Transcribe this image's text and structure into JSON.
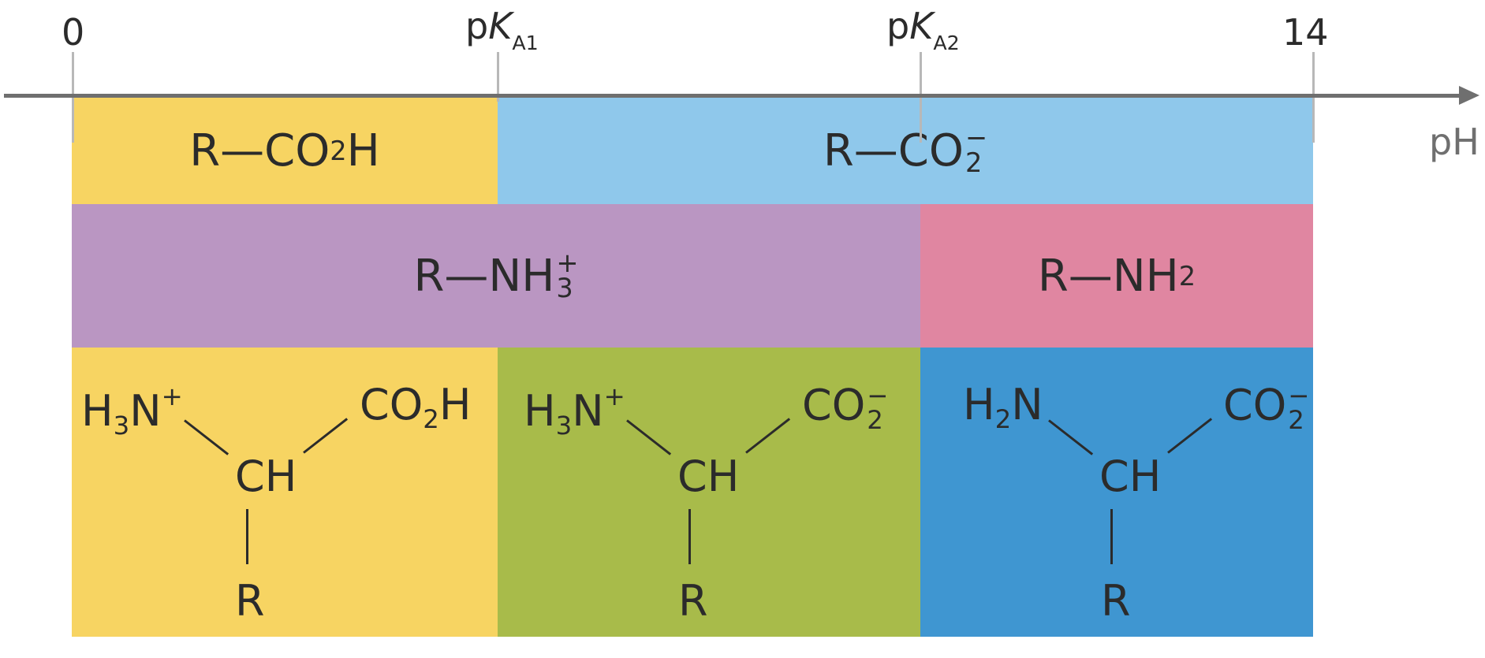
{
  "axis": {
    "label": "pH",
    "ticks": [
      {
        "id": "tick-0",
        "text": "0"
      },
      {
        "id": "tick-pka1",
        "prefix": "p",
        "italic": "K",
        "sub": "A1"
      },
      {
        "id": "tick-pka2",
        "prefix": "p",
        "italic": "K",
        "sub": "A2"
      },
      {
        "id": "tick-14",
        "text": "14"
      }
    ]
  },
  "colors": {
    "yellow": "#f7d462",
    "light_blue": "#8fc8eb",
    "purple": "#ba96c2",
    "pink": "#e086a1",
    "green": "#a8bb4a",
    "blue": "#3f96d1",
    "axis": "#6f6f6f"
  },
  "bands": {
    "carboxyl_acid": {
      "base": "R—CO",
      "sub": "2",
      "tail": "H"
    },
    "carboxylate": {
      "base": "R—CO",
      "sub": "2",
      "sup": "−"
    },
    "ammonium": {
      "base": "R—NH",
      "sub": "3",
      "sup": "+"
    },
    "amine": {
      "base": "R—NH",
      "sub": "2"
    }
  },
  "structures": {
    "cation": {
      "left_a": "H",
      "left_sub": "3",
      "left_b": "N",
      "left_sup": "+",
      "right_a": "CO",
      "right_sub": "2",
      "right_b": "H",
      "center": "CH",
      "bottom": "R"
    },
    "zwitterion": {
      "left_a": "H",
      "left_sub": "3",
      "left_b": "N",
      "left_sup": "+",
      "right_a": "CO",
      "right_sub": "2",
      "right_sup": "−",
      "center": "CH",
      "bottom": "R"
    },
    "anion": {
      "left_a": "H",
      "left_sub": "2",
      "left_b": "N",
      "right_a": "CO",
      "right_sub": "2",
      "right_sup": "−",
      "center": "CH",
      "bottom": "R"
    }
  }
}
